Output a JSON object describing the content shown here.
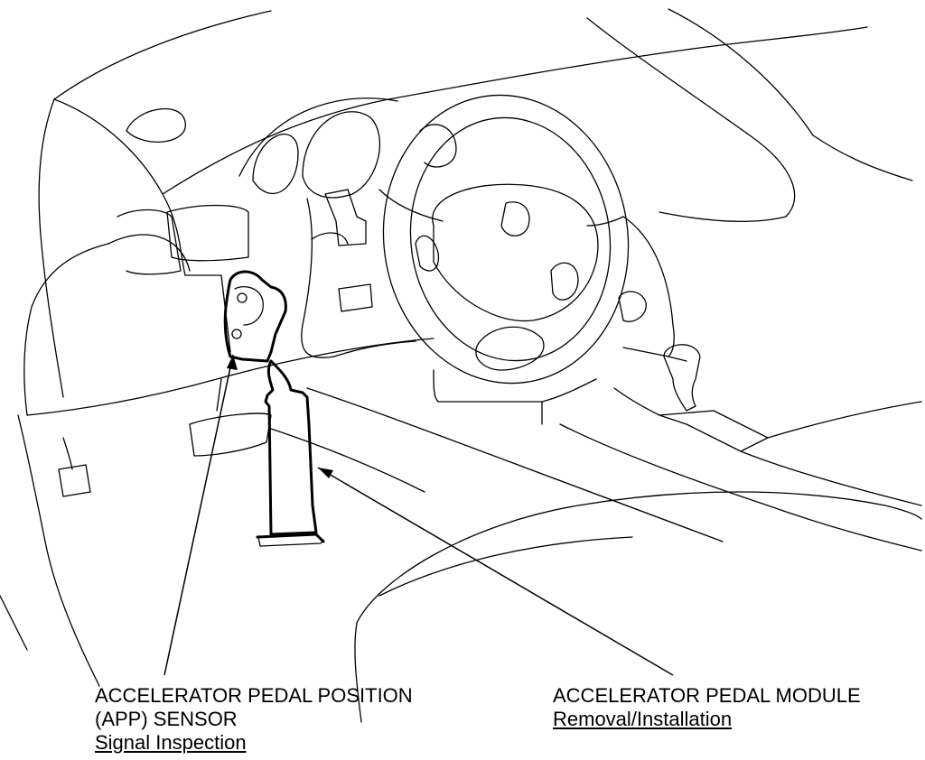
{
  "callouts": {
    "app_sensor": {
      "title_line1": "ACCELERATOR PEDAL POSITION",
      "title_line2": "(APP) SENSOR",
      "link": "Signal Inspection"
    },
    "pedal_module": {
      "title": "ACCELERATOR PEDAL MODULE",
      "link": "Removal/Installation"
    }
  }
}
